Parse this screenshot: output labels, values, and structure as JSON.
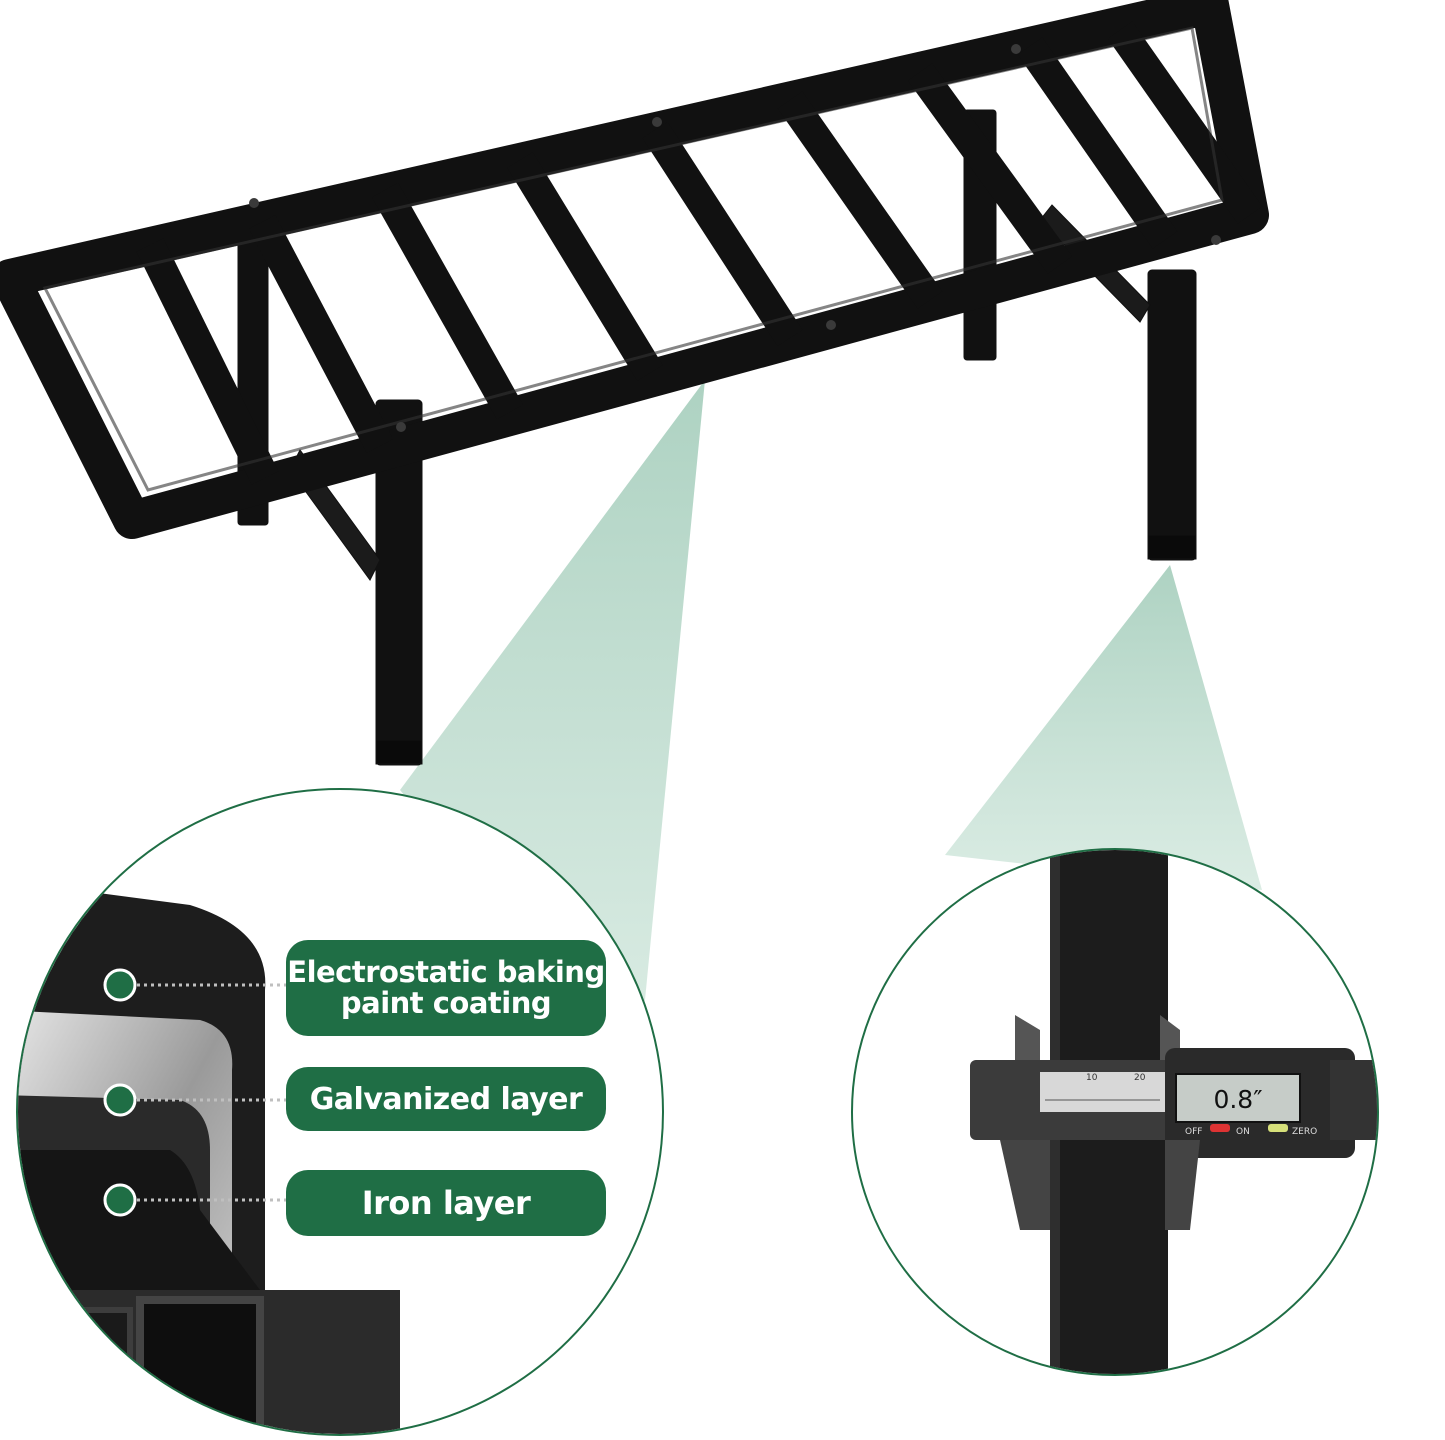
{
  "callouts": {
    "coating_line1": "Electrostatic baking",
    "coating_line2": "paint coating",
    "galvanized": "Galvanized layer",
    "iron": "Iron layer"
  },
  "caliper": {
    "reading": "0.8″",
    "button_off": "OFF",
    "button_on": "ON",
    "button_zero": "ZERO",
    "scale_10": "10",
    "scale_20": "20"
  },
  "colors": {
    "accent_green": "#1f6e45",
    "beam_green": "#a9d0bf",
    "frame": "#111111"
  }
}
